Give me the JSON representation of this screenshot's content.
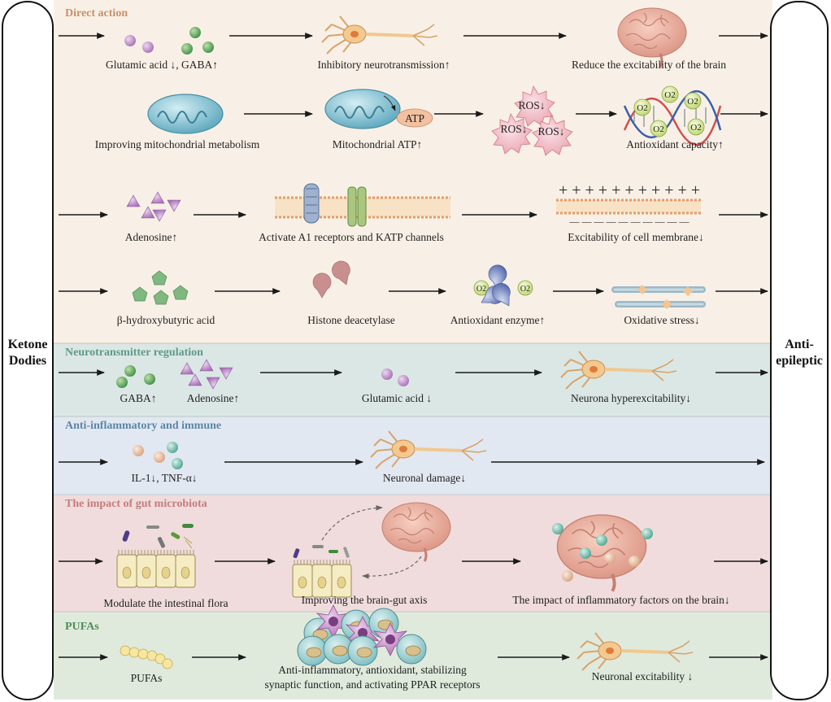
{
  "left_pillar": {
    "line1": "Ketone",
    "line2": "Dodies"
  },
  "right_pillar": {
    "line1": "Anti-",
    "line2": "epileptic"
  },
  "sections": {
    "direct_action": {
      "title": "Direct action",
      "row1": [
        "Glutamic acid ↓, GABA↑",
        "Inhibitory neurotransmission↑",
        "Reduce the excitability of the brain"
      ],
      "row2": [
        "Improving mitochondrial metabolism",
        "Mitochondrial ATP↑",
        "Antioxidant capacity↑"
      ],
      "row3": [
        "Adenosine↑",
        "Activate A1 receptors and KATP channels",
        "Excitability of cell membrane↓"
      ],
      "row4": [
        "β-hydroxybutyric acid",
        "Histone deacetylase",
        "Antioxidant enzyme↑",
        "Oxidative stress↓"
      ]
    },
    "neurotransmitter": {
      "title": "Neurotransmitter regulation",
      "labels": [
        "GABA↑",
        "Adenosine↑",
        "Glutamic acid ↓",
        "Neurona hyperexcitability↓"
      ]
    },
    "inflammatory": {
      "title": "Anti-inflammatory and immune",
      "labels": [
        "IL-1↓, TNF-α↓",
        "Neuronal damage↓"
      ]
    },
    "gut": {
      "title": "The impact of gut microbiota",
      "labels": [
        "Modulate the intestinal flora",
        "Improving the brain-gut axis",
        "The impact of inflammatory factors on the brain↓"
      ]
    },
    "pufas": {
      "title": "PUFAs",
      "labels": [
        "PUFAs",
        "Anti-inflammatory, antioxidant, stabilizing",
        "synaptic function, and activating PPAR receptors",
        "Neuronal excitability ↓"
      ]
    }
  },
  "glyphs": {
    "atp": "ATP",
    "ros": "ROS↓",
    "o2": "O2",
    "plus": "+ + + + + + + + + + +",
    "minus": "— — — — — — — — — —"
  },
  "colors": {
    "direct_bg": "#f8f0e6",
    "neuro_bg": "#dbe7e4",
    "inflam_bg": "#e2e8f1",
    "gut_bg": "#f0dcdc",
    "pufa_bg": "#dfeadd",
    "direct_title": "#c8906a",
    "neuro_title": "#5e9a8a",
    "inflam_title": "#5a86a8",
    "gut_title": "#c57c7c",
    "pufa_title": "#4f8f55"
  }
}
